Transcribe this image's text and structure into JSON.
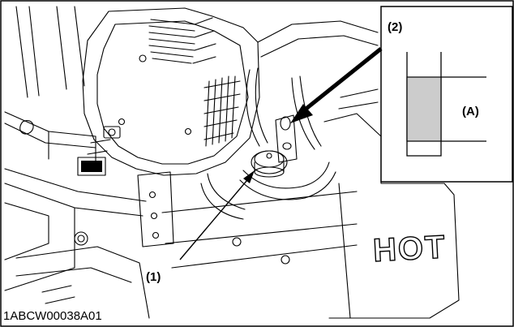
{
  "figure": {
    "callout_1": "(1)",
    "callout_2": "(2)",
    "callout_a": "(A)",
    "embossed_text": "HOT",
    "figure_id": "1ABCW00038A01"
  },
  "colors": {
    "line": "#000000",
    "background": "#ffffff",
    "level_fill": "#cccccc"
  }
}
